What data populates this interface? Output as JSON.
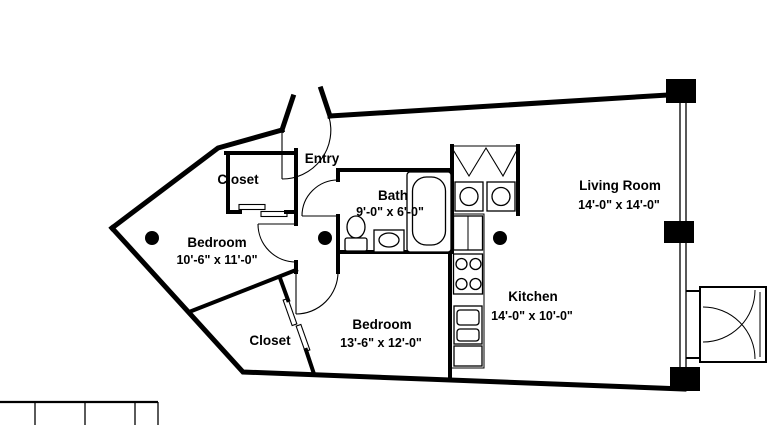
{
  "colors": {
    "wall": "#000000",
    "background": "#ffffff"
  },
  "rooms": {
    "entry": {
      "label": "Entry"
    },
    "closet_top": {
      "label": "Closet"
    },
    "bedroom_left": {
      "label": "Bedroom",
      "dimensions": "10'-6\" x 11'-0\""
    },
    "bath": {
      "label": "Bath",
      "dimensions": "9'-0\" x 6'-0\""
    },
    "living_room": {
      "label": "Living Room",
      "dimensions": "14'-0\" x 14'-0\""
    },
    "kitchen": {
      "label": "Kitchen",
      "dimensions": "14'-0\" x 10'-0\""
    },
    "bedroom_bottom": {
      "label": "Bedroom",
      "dimensions": "13'-6\" x 12'-0\""
    },
    "closet_bottom": {
      "label": "Closet"
    }
  }
}
